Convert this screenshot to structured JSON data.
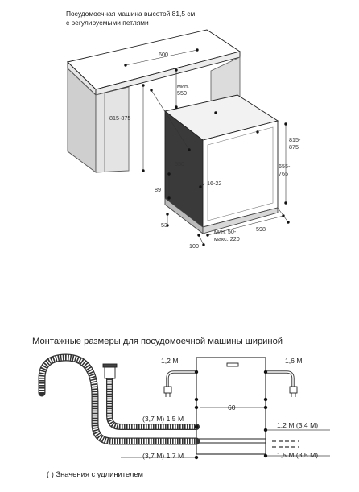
{
  "figure1": {
    "caption_line1": "Посудомоечная машина высотой 81,5 см,",
    "caption_line2": "с регулируемыми петлями",
    "dims": {
      "width_600": "600",
      "min_label": "мин.",
      "min_550": "550",
      "height_815_875_left": "815-875",
      "height_815": "815-",
      "height_875": "875",
      "depth_550": "550",
      "door_16_22": "16-22",
      "h_655": "655-",
      "h_765": "765",
      "v_89": "89",
      "v_53": "53",
      "v_100": "100",
      "min50": "мин. 50-",
      "max220": "макс. 220",
      "w_598": "598"
    }
  },
  "figure2": {
    "title": "Монтажные размеры для посудомоечной машины шириной",
    "labels": {
      "left_top": "1,2 М",
      "right_top": "1,6 М",
      "center_60": "60",
      "mid_left": "(3,7 М) 1,5 М",
      "mid_right": "1,2 М (3,4 М)",
      "bottom_left": "(3,7 М) 1,7 М",
      "bottom_right": "1,5 М (3,5 М)"
    },
    "note": "( ) Значения с удлинителем"
  }
}
